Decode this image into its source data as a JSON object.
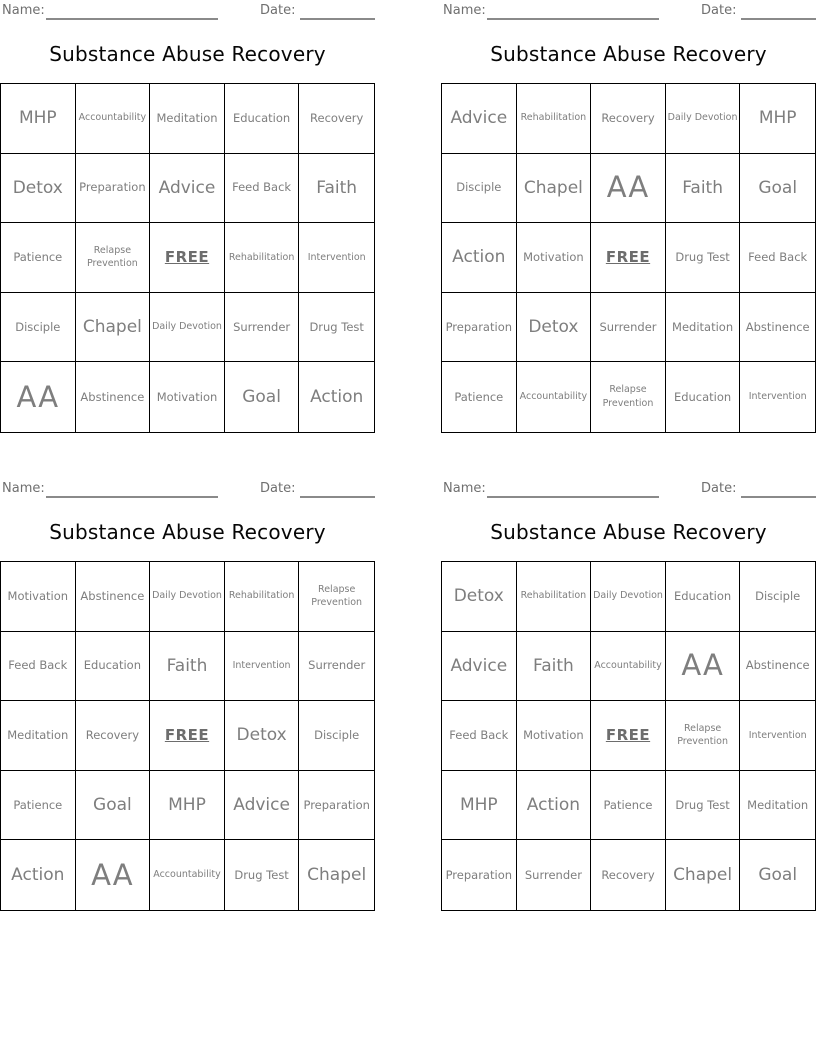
{
  "labels": {
    "name": "Name:",
    "date": "Date:"
  },
  "colors": {
    "cell_text": "#7e7e7e",
    "free_text": "#6d6d6d",
    "grid_border": "#000000",
    "title_text": "#060606",
    "label_text": "#6f6f6f",
    "blank_line": "#8a8a8a"
  },
  "free_space_label": "FREE",
  "cards": [
    {
      "title": "Substance Abuse Recovery",
      "cells": [
        "MHP",
        "Accountability",
        "Meditation",
        "Education",
        "Recovery",
        "Detox",
        "Preparation",
        "Advice",
        "Feed Back",
        "Faith",
        "Patience",
        "Relapse Prevention",
        "FREE",
        "Rehabilitation",
        "Intervention",
        "Disciple",
        "Chapel",
        "Daily Devotion",
        "Surrender",
        "Drug Test",
        "AA",
        "Abstinence",
        "Motivation",
        "Goal",
        "Action"
      ]
    },
    {
      "title": "Substance Abuse Recovery",
      "cells": [
        "Advice",
        "Rehabilitation",
        "Recovery",
        "Daily Devotion",
        "MHP",
        "Disciple",
        "Chapel",
        "AA",
        "Faith",
        "Goal",
        "Action",
        "Motivation",
        "FREE",
        "Drug Test",
        "Feed Back",
        "Preparation",
        "Detox",
        "Surrender",
        "Meditation",
        "Abstinence",
        "Patience",
        "Accountability",
        "Relapse Prevention",
        "Education",
        "Intervention"
      ]
    },
    {
      "title": "Substance Abuse Recovery",
      "cells": [
        "Motivation",
        "Abstinence",
        "Daily Devotion",
        "Rehabilitation",
        "Relapse Prevention",
        "Feed Back",
        "Education",
        "Faith",
        "Intervention",
        "Surrender",
        "Meditation",
        "Recovery",
        "FREE",
        "Detox",
        "Disciple",
        "Patience",
        "Goal",
        "MHP",
        "Advice",
        "Preparation",
        "Action",
        "AA",
        "Accountability",
        "Drug Test",
        "Chapel"
      ]
    },
    {
      "title": "Substance Abuse Recovery",
      "cells": [
        "Detox",
        "Rehabilitation",
        "Daily Devotion",
        "Education",
        "Disciple",
        "Advice",
        "Faith",
        "Accountability",
        "AA",
        "Abstinence",
        "Feed Back",
        "Motivation",
        "FREE",
        "Relapse Prevention",
        "Intervention",
        "MHP",
        "Action",
        "Patience",
        "Drug Test",
        "Meditation",
        "Preparation",
        "Surrender",
        "Recovery",
        "Chapel",
        "Goal"
      ]
    }
  ]
}
